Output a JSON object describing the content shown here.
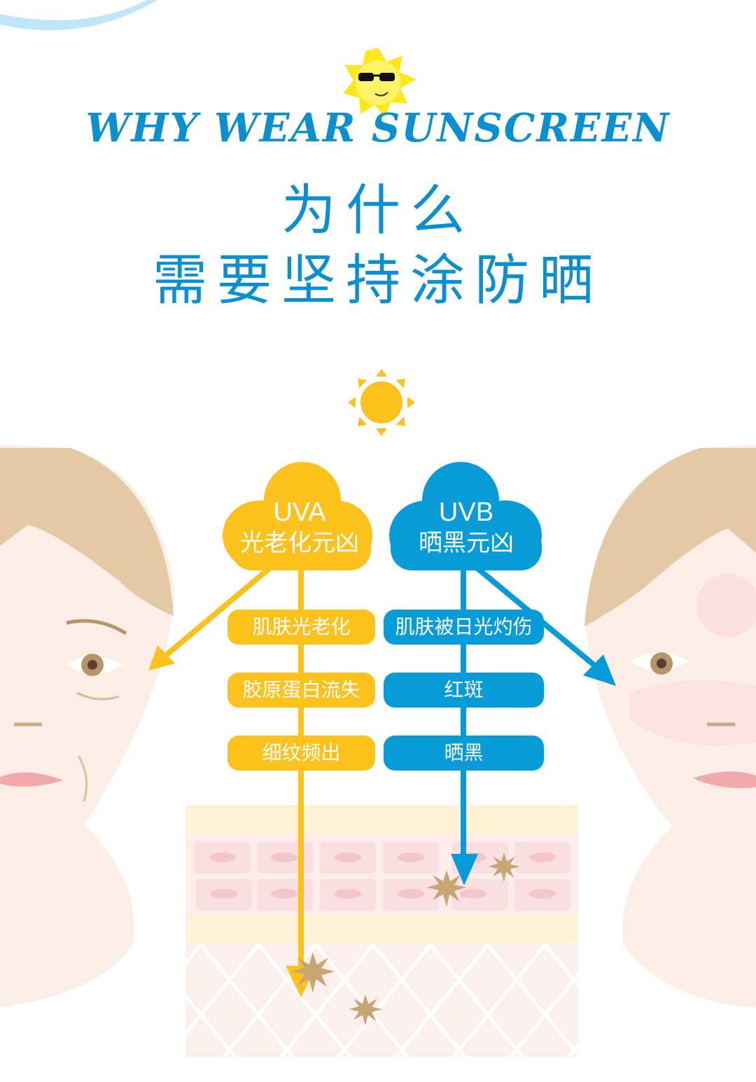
{
  "header": {
    "title_en": "WHY WEAR SUNSCREEN",
    "title_cn_line1": "为什么",
    "title_cn_line2": "需要坚持涂防晒"
  },
  "uva": {
    "name": "UVA",
    "subtitle": "光老化元凶",
    "effects": [
      "肌肤光老化",
      "胶原蛋白流失",
      "细纹频出"
    ],
    "color": "#fcc11a"
  },
  "uvb": {
    "name": "UVB",
    "subtitle": "晒黑元凶",
    "effects": [
      "肌肤被日光灼伤",
      "红斑",
      "晒黑"
    ],
    "color": "#079bd8"
  },
  "icons": [
    "sun-mascot-icon",
    "sun-icon",
    "damage-burst-icon"
  ]
}
